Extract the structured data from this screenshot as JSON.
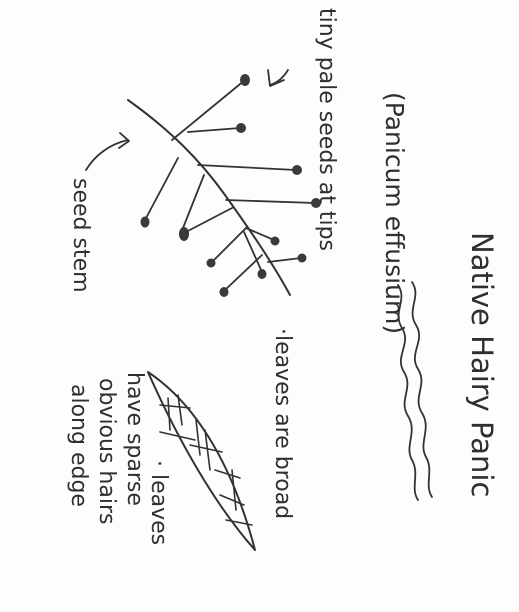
{
  "title": "Native Hairy Panic",
  "scientific_name": "(Panicum effusium)",
  "labels": {
    "seeds": "tiny pale seeds at tips",
    "stem": "seed stem",
    "leaves_broad": "·leaves are broad",
    "hairs_line1": "· leaves",
    "hairs_line2": "have sparse",
    "hairs_line3": "obvious hairs",
    "hairs_line4": "along edge"
  },
  "colors": {
    "ink": "#333333",
    "paper": "#fdfdfc"
  }
}
